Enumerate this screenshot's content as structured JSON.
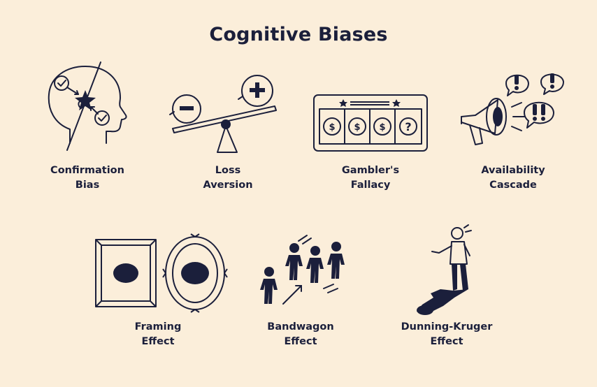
{
  "title": "Cognitive Biases",
  "colors": {
    "background": "#fbeeda",
    "ink": "#1b1f3b"
  },
  "biases": [
    {
      "line1": "Confirmation",
      "line2": "Bias",
      "icon": "head-confirmation-icon"
    },
    {
      "line1": "Loss",
      "line2": "Aversion",
      "icon": "seesaw-minus-plus-icon"
    },
    {
      "line1": "Gambler's",
      "line2": "Fallacy",
      "icon": "slot-machine-icon"
    },
    {
      "line1": "Availability",
      "line2": "Cascade",
      "icon": "megaphone-exclamation-icon"
    },
    {
      "line1": "Framing",
      "line2": "Effect",
      "icon": "picture-frames-icon"
    },
    {
      "line1": "Bandwagon",
      "line2": "Effect",
      "icon": "crowd-following-icon"
    },
    {
      "line1": "Dunning-Kruger",
      "line2": "Effect",
      "icon": "person-big-shadow-icon"
    }
  ],
  "slot_symbols": [
    "$",
    "$",
    "$",
    "?"
  ]
}
